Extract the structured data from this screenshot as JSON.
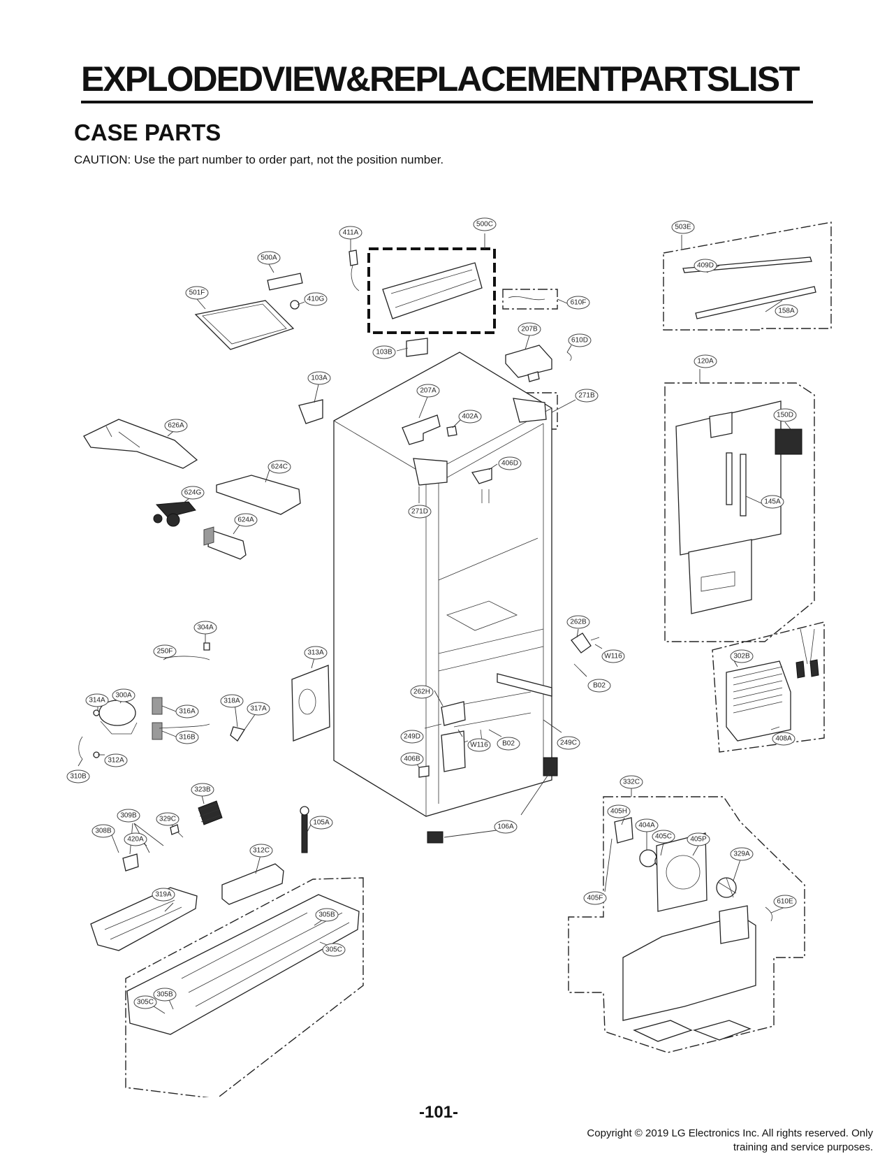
{
  "header": {
    "title": "EXPLODEDVIEW&REPLACEMENTPARTSLIST",
    "section": "CASE PARTS",
    "caution": "CAUTION: Use the part number to order part, not the position number."
  },
  "diagram": {
    "callouts": {
      "c500C": "500C",
      "c411A": "411A",
      "c500A": "500A",
      "c501F": "501F",
      "c410G": "410G",
      "c610F": "610F",
      "c207B": "207B",
      "c610D": "610D",
      "c103B": "103B",
      "c103A": "103A",
      "c207A": "207A",
      "c402A": "402A",
      "c271B": "271B",
      "c271D": "271D",
      "c406D": "406D",
      "c626A": "626A",
      "c624C": "624C",
      "c624G": "624G",
      "c624A": "624A",
      "c503E": "503E",
      "c409D": "409D",
      "c158A": "158A",
      "c120A": "120A",
      "c150D": "150D",
      "c145A": "145A",
      "c304A": "304A",
      "c250F": "250F",
      "c313A": "313A",
      "c314A": "314A",
      "c300A": "300A",
      "c316A": "316A",
      "c316B": "316B",
      "c318A": "318A",
      "c317A": "317A",
      "c312A": "312A",
      "c310B": "310B",
      "c262B": "262B",
      "cW116a": "W116",
      "cB02a": "B02",
      "c262H": "262H",
      "c249D": "249D",
      "cW116b": "W116",
      "cB02b": "B02",
      "c249C": "249C",
      "c406B": "406B",
      "c302B": "302B",
      "c408A": "408A",
      "c323B": "323B",
      "c309B": "309B",
      "c329C": "329C",
      "c308B": "308B",
      "c420A": "420A",
      "c105A": "105A",
      "c312C": "312C",
      "c106A": "106A",
      "c319A": "319A",
      "c305B": "305B",
      "c305C": "305C",
      "c305Bb": "305B",
      "c305Cb": "305C",
      "c332C": "332C",
      "c405H": "405H",
      "c404A": "404A",
      "c405C": "405C",
      "c405P": "405P",
      "c329A": "329A",
      "c405F": "405F",
      "c610E": "610E"
    }
  },
  "footer": {
    "page_number": "-101-",
    "copyright": "Copyright © 2019 LG Electronics Inc. All rights reserved. Only training and service purposes."
  }
}
